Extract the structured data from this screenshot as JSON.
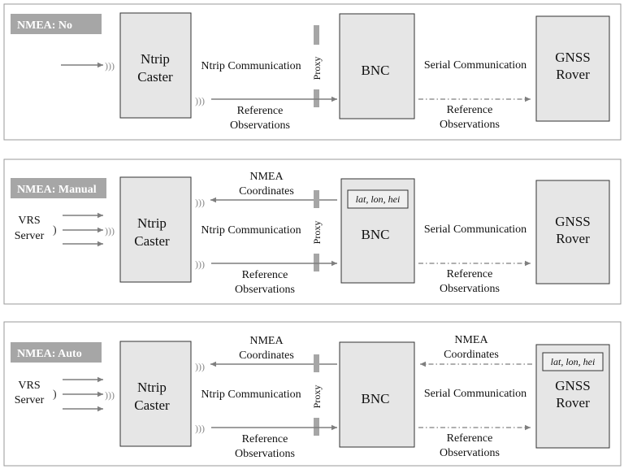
{
  "panels": [
    {
      "tag": "NMEA: No",
      "caster": [
        "Ntrip",
        "Caster"
      ],
      "bnc": "BNC",
      "rover": [
        "GNSS",
        "Rover"
      ],
      "ntrip_comm": "Ntrip Communication",
      "serial_comm": "Serial Communication",
      "proxy": "Proxy",
      "ref_obs_left": [
        "Reference",
        "Observations"
      ],
      "ref_obs_right": [
        "Reference",
        "Observations"
      ]
    },
    {
      "tag": "NMEA: Manual",
      "vrs": [
        "VRS",
        "Server"
      ],
      "caster": [
        "Ntrip",
        "Caster"
      ],
      "bnc": "BNC",
      "bnc_coords": "lat, lon, hei",
      "rover": [
        "GNSS",
        "Rover"
      ],
      "nmea_left": [
        "NMEA",
        "Coordinates"
      ],
      "ntrip_comm": "Ntrip Communication",
      "serial_comm": "Serial Communication",
      "proxy": "Proxy",
      "ref_obs_left": [
        "Reference",
        "Observations"
      ],
      "ref_obs_right": [
        "Reference",
        "Observations"
      ]
    },
    {
      "tag": "NMEA: Auto",
      "vrs": [
        "VRS",
        "Server"
      ],
      "caster": [
        "Ntrip",
        "Caster"
      ],
      "bnc": "BNC",
      "rover": [
        "GNSS",
        "Rover"
      ],
      "rover_coords": "lat, lon, hei",
      "nmea_left": [
        "NMEA",
        "Coordinates"
      ],
      "nmea_right": [
        "NMEA",
        "Coordinates"
      ],
      "ntrip_comm": "Ntrip Communication",
      "serial_comm": "Serial Communication",
      "proxy": "Proxy",
      "ref_obs_left": [
        "Reference",
        "Observations"
      ],
      "ref_obs_right": [
        "Reference",
        "Observations"
      ]
    }
  ],
  "colors": {
    "panel_border": "#9a9a9a",
    "tag_bg": "#a6a6a6",
    "box_fill": "#e6e6e6",
    "box_border": "#333333",
    "arrow": "#7f7f7f",
    "proxy_bar": "#a6a6a6"
  }
}
